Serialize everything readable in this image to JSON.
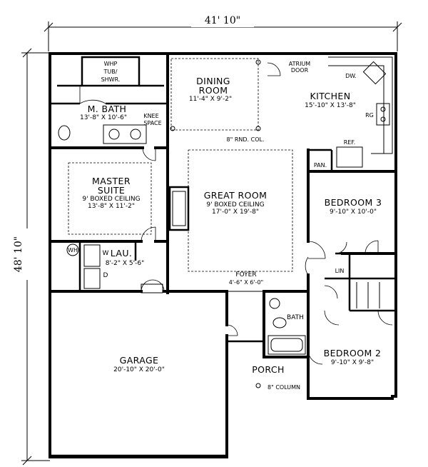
{
  "dimensions": {
    "width": "41' 10\"",
    "depth": "48' 10\""
  },
  "rooms": {
    "whirlpool": "WHP",
    "tub": "TUB/",
    "shower": "SHWR.",
    "master_bath": {
      "name": "M. BATH",
      "size": "13'-8\" X 10'-6\""
    },
    "knee": "KNEE",
    "space": "SPACE",
    "dining": {
      "name1": "DINING",
      "name2": "ROOM",
      "size": "11'-4\" X 9'-2\""
    },
    "atrium1": "ATRIUM",
    "atrium2": "DOOR",
    "dw": "DW.",
    "kitchen": {
      "name": "KITCHEN",
      "size": "15'-10\" X 13'-8\""
    },
    "rg": "RG",
    "ref": "REF.",
    "pan": "PAN.",
    "rnd_col": "8\" RND. COL.",
    "master_suite": {
      "name1": "MASTER",
      "name2": "SUITE",
      "ceiling": "9' BOXED CEILING",
      "size": "13'-8\" X 11'-2\""
    },
    "great_room": {
      "name": "GREAT ROOM",
      "ceiling": "9' BOXED CEILING",
      "size": "17'-0\" X 19'-8\""
    },
    "bedroom3": {
      "name": "BEDROOM 3",
      "size": "9'-10\" X 10'-0\""
    },
    "wh": "WH",
    "w": "W",
    "d": "D",
    "laundry": {
      "name": "LAU.",
      "size": "8'-2\" X 5'-6\""
    },
    "lin": "LIN",
    "foyer": {
      "name": "FOYER",
      "size": "4'-6\" X 6'-0\""
    },
    "bath": "BATH",
    "garage": {
      "name": "GARAGE",
      "size": "20'-10\" X 20'-0\""
    },
    "bedroom2": {
      "name": "BEDROOM 2",
      "size": "9'-10\" X 9'-8\""
    },
    "porch": "PORCH",
    "column": "8\" COLUMN"
  }
}
